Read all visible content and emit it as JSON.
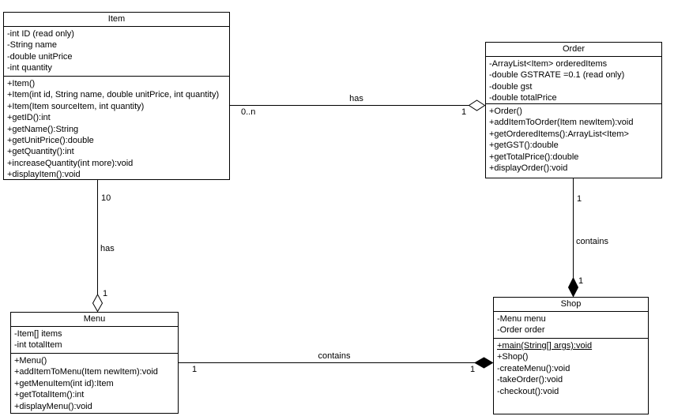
{
  "colors": {
    "background": "#ffffff",
    "line": "#000000",
    "text": "#000000"
  },
  "classes": {
    "item": {
      "name": "Item",
      "attributes": [
        "-int ID (read only)",
        "-String name",
        "-double unitPrice",
        "-int quantity"
      ],
      "methods": [
        "+Item()",
        "+Item(int id, String name, double unitPrice, int quantity)",
        "+Item(Item sourceItem, int quantity)",
        "+getID():int",
        "+getName():String",
        "+getUnitPrice():double",
        "+getQuantity():int",
        "+increaseQuantity(int more):void",
        "+displayItem():void"
      ]
    },
    "order": {
      "name": "Order",
      "attributes": [
        "-ArrayList<Item> orderedItems",
        "-double GSTRATE =0.1 (read only)",
        "-double gst",
        "-double totalPrice"
      ],
      "methods": [
        "+Order()",
        "+addItemToOrder(Item newItem):void",
        "+getOrderedItems():ArrayList<Item>",
        "+getGST():double",
        "+getTotalPrice():double",
        "+displayOrder():void"
      ]
    },
    "menu": {
      "name": "Menu",
      "attributes": [
        "-Item[] items",
        "-int totalItem"
      ],
      "methods": [
        "+Menu()",
        "+addItemToMenu(Item newItem):void",
        "+getMenuItem(int id):Item",
        "+getTotalItem():int",
        "+displayMenu():void"
      ]
    },
    "shop": {
      "name": "Shop",
      "attributes": [
        "-Menu menu",
        "-Order order"
      ],
      "methods": [
        "+main(String[] args):void",
        "+Shop()",
        "-createMenu():void",
        "-takeOrder():void",
        "-checkout():void"
      ]
    }
  },
  "associations": {
    "item_order": {
      "source": "Item",
      "target": "Order",
      "name": "has",
      "source_mult": "0..n",
      "target_mult": "1",
      "type": "aggregation"
    },
    "item_menu": {
      "source": "Item",
      "target": "Menu",
      "name": "has",
      "source_mult": "10",
      "target_mult": "1",
      "type": "aggregation"
    },
    "order_shop": {
      "source": "Order",
      "target": "Shop",
      "name": "contains",
      "source_mult": "1",
      "target_mult": "1",
      "type": "composition"
    },
    "menu_shop": {
      "source": "Menu",
      "target": "Shop",
      "name": "contains",
      "source_mult": "1",
      "target_mult": "1",
      "type": "composition"
    }
  }
}
